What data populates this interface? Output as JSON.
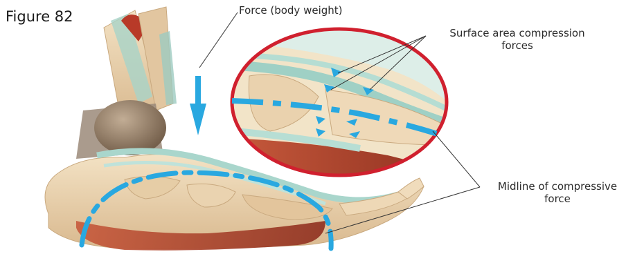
{
  "figure": {
    "title": "Figure 82"
  },
  "labels": {
    "force": "Force (body weight)",
    "surface_line1": "Surface area compression",
    "surface_line2": "forces",
    "midline_line1": "Midline of compressive",
    "midline_line2": "force"
  },
  "colors": {
    "arrow": "#29a8e0",
    "ellipse": "#d0202e",
    "bone": "#e9d3b0",
    "tendon": "#a9d6cc",
    "muscle": "#b4452d",
    "talus": "#8a7460"
  }
}
